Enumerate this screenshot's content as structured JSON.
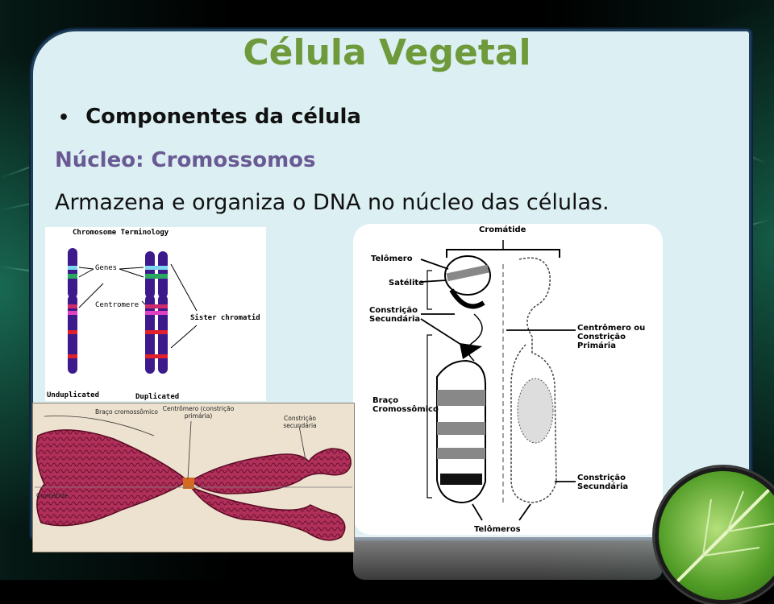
{
  "slide": {
    "title": "Célula Vegetal",
    "bullet": "Componentes da célula",
    "subtitle": "Núcleo: Cromossomos",
    "description": "Armazena e organiza o DNA no núcleo das células."
  },
  "figure_terminology": {
    "title": "Chromosome Terminology",
    "labels": {
      "genes": "Genes",
      "centromere": "Centromere",
      "sister_chromatid": "Sister chromatid",
      "unduplicated": "Unduplicated",
      "duplicated": "Duplicated"
    }
  },
  "figure_structure": {
    "labels": {
      "cromatide": "Cromátide",
      "telomero": "Telômero",
      "satelite": "Satélite",
      "constricao_secundaria_1": "Constrição Secundária",
      "braco": "Braço Cromossômico",
      "centromero": "Centrômero ou Constrição Primária",
      "constricao_secundaria_2": "Constrição Secundária",
      "telomeros": "Telômeros"
    }
  },
  "figure_micrograph": {
    "labels": {
      "braco": "Braço cromossômico",
      "centromero": "Centrômero (constrição primária)",
      "constricao": "Constrição secundária",
      "cromatide": "Cromátide"
    }
  },
  "colors": {
    "title": "#6e9a3c",
    "subtitle": "#6a5a94",
    "panel": "#dcf0f4",
    "chromosome_purple": "#3c1a8c",
    "chromosome_red": "#b0305a"
  }
}
